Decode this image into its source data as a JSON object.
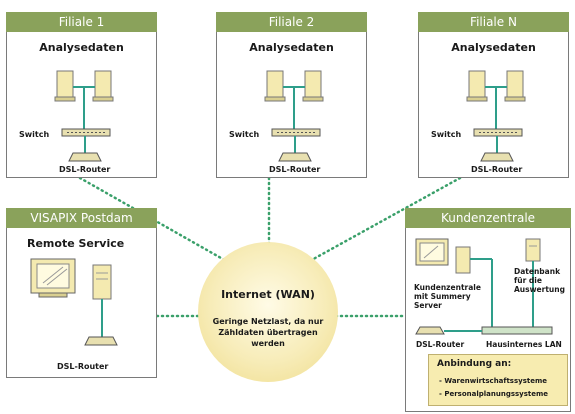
{
  "branches": [
    {
      "title": "Filiale 1",
      "subtitle": "Analysedaten",
      "switch_label": "Switch",
      "router_label": "DSL-Router"
    },
    {
      "title": "Filiale 2",
      "subtitle": "Analysedaten",
      "switch_label": "Switch",
      "router_label": "DSL-Router"
    },
    {
      "title": "Filiale N",
      "subtitle": "Analysedaten",
      "switch_label": "Switch",
      "router_label": "DSL-Router"
    }
  ],
  "remote": {
    "title": "VISAPIX Postdam",
    "subtitle": "Remote Service",
    "router_label": "DSL-Router"
  },
  "center": {
    "title": "Kundenzentrale",
    "server_label": "Kundenzentrale mit Summery Server",
    "db_label": "Datenbank für die Auswertung",
    "router_label": "DSL-Router",
    "lan_label": "Hausinternes LAN",
    "anbindung": {
      "heading": "Anbindung an:",
      "items": [
        "- Warenwirtschaftssysteme",
        "- Personalplanungssysteme"
      ]
    }
  },
  "wan": {
    "title": "Internet (WAN)",
    "note": "Geringe Netzlast, da nur Zähldaten übertragen werden"
  },
  "colors": {
    "header": "#8aa25b",
    "link": "#3aa06a",
    "cable": "#2e9e8a",
    "wan_fill": "#f7ecb8"
  }
}
